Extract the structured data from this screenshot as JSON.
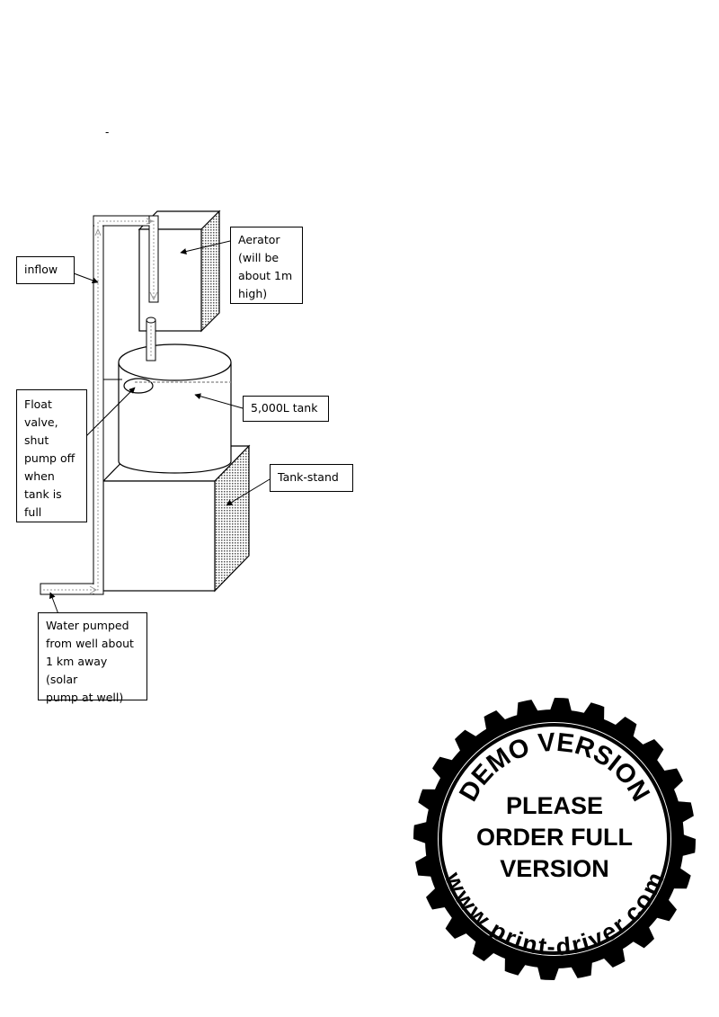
{
  "page": {
    "stray_mark": "-"
  },
  "labels": {
    "inflow": "inflow",
    "aerator": "Aerator\n(will be\nabout 1m\nhigh)",
    "tank": "5,000L tank",
    "tank_stand": "Tank-stand",
    "float_valve": "Float\nvalve,\nshut\npump off\nwhen\ntank is\nfull",
    "water_pumped": "Water pumped\nfrom well about\n1 km away (solar\npump at well)"
  },
  "stamp": {
    "arc_top": "DEMO VERSION",
    "center_lines": [
      "PLEASE",
      "ORDER FULL",
      "VERSION"
    ],
    "arc_bottom": "www.print-driver.com",
    "color": "#000000"
  },
  "colors": {
    "line": "#000000",
    "flow": "#999999",
    "hatch": "#555555"
  }
}
